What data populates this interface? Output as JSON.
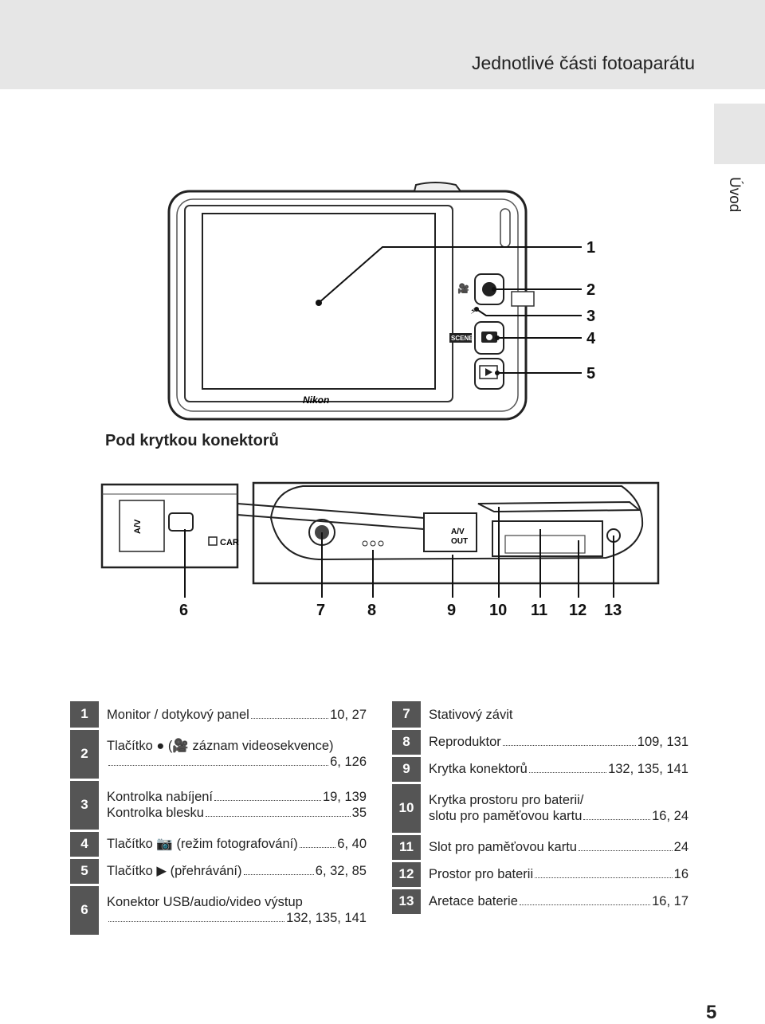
{
  "header": {
    "title": "Jednotlivé části fotoaparátu",
    "side_tab": "Úvod"
  },
  "figure": {
    "brand": "Nikon",
    "av_label_1": "A/V",
    "av_label_2": "OUT",
    "card_label": "CAR",
    "scene_label": "SCENE",
    "top_callouts": [
      "1",
      "2",
      "3",
      "4",
      "5"
    ],
    "bottom_callouts": [
      "6",
      "7",
      "8",
      "9",
      "10",
      "11",
      "12",
      "13"
    ]
  },
  "subheading": "Pod krytkou konektorů",
  "left_table": [
    {
      "num": "1",
      "lines": [
        {
          "text": "Monitor / dotykový panel",
          "pages": "10, 27"
        }
      ]
    },
    {
      "num": "2",
      "lines": [
        {
          "text": "Tlačítko ● (🎥 záznam videosekvence)",
          "pages": ""
        },
        {
          "text": "",
          "pages": "6, 126"
        }
      ]
    },
    {
      "num": "3",
      "lines": [
        {
          "text": "Kontrolka nabíjení",
          "pages": "19, 139"
        },
        {
          "text": "Kontrolka blesku",
          "pages": "35"
        }
      ]
    },
    {
      "num": "4",
      "lines": [
        {
          "text": "Tlačítko 📷 (režim fotografování)",
          "pages": "6, 40"
        }
      ]
    },
    {
      "num": "5",
      "lines": [
        {
          "text": "Tlačítko ▶ (přehrávání)",
          "pages": "6, 32, 85"
        }
      ]
    },
    {
      "num": "6",
      "lines": [
        {
          "text": "Konektor USB/audio/video výstup",
          "pages": ""
        },
        {
          "text": "",
          "pages": "132, 135, 141"
        }
      ]
    }
  ],
  "right_table": [
    {
      "num": "7",
      "lines": [
        {
          "text": "Stativový závit",
          "pages": ""
        }
      ]
    },
    {
      "num": "8",
      "lines": [
        {
          "text": "Reproduktor",
          "pages": "109, 131"
        }
      ]
    },
    {
      "num": "9",
      "lines": [
        {
          "text": "Krytka konektorů",
          "pages": "132, 135, 141"
        }
      ]
    },
    {
      "num": "10",
      "lines": [
        {
          "text": "Krytka prostoru pro baterii/",
          "pages": ""
        },
        {
          "text": "slotu pro paměťovou kartu",
          "pages": "16, 24"
        }
      ]
    },
    {
      "num": "11",
      "lines": [
        {
          "text": "Slot pro paměťovou kartu",
          "pages": "24"
        }
      ]
    },
    {
      "num": "12",
      "lines": [
        {
          "text": "Prostor pro baterii",
          "pages": "16"
        }
      ]
    },
    {
      "num": "13",
      "lines": [
        {
          "text": "Aretace baterie",
          "pages": "16, 17"
        }
      ]
    }
  ],
  "page_number": "5"
}
